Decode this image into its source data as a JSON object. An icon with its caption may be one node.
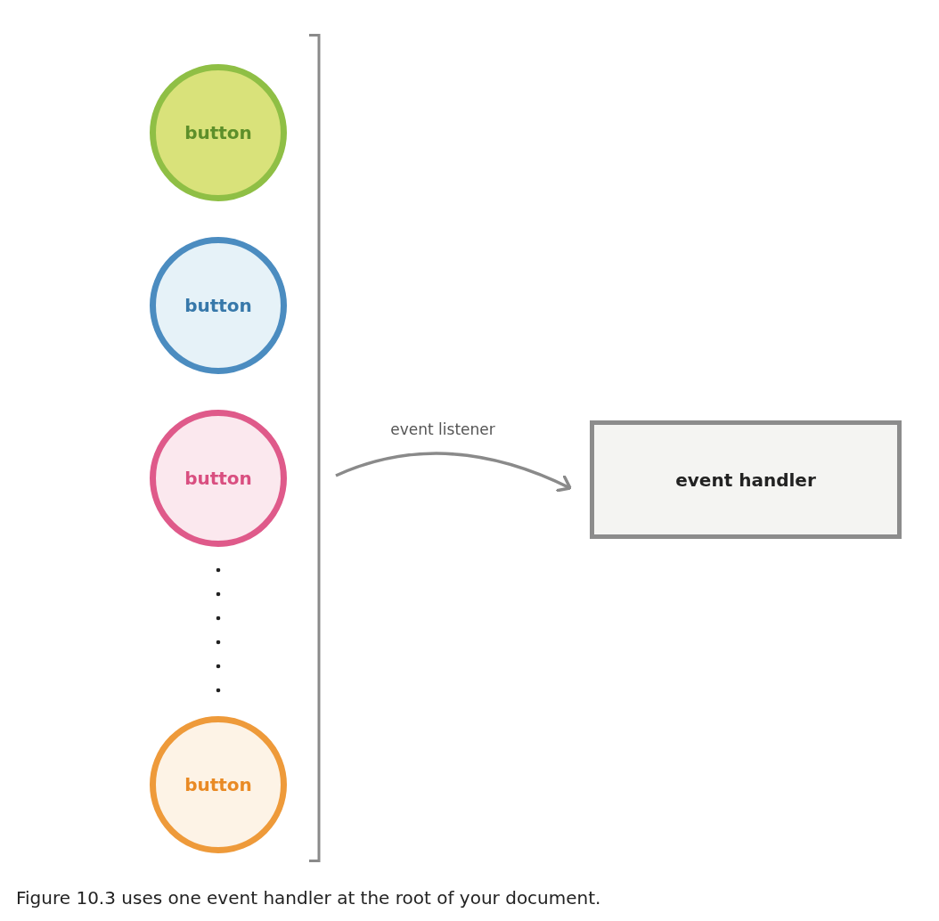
{
  "diagram": {
    "caption": "Figure 10.3 uses one event handler at the root of your document.",
    "nodes": [
      {
        "text": [
          "button"
        ]
      },
      {
        "text": [
          "button"
        ]
      },
      {
        "text": [
          "button"
        ]
      },
      {
        "text": [
          "button"
        ]
      },
      {
        "text": [],
        "shape": "bar"
      },
      {
        "text": [
          "event handler"
        ]
      }
    ],
    "edges": [
      {
        "from": 4,
        "to": 5,
        "arrow": "to",
        "label": "event listener"
      }
    ]
  }
}
